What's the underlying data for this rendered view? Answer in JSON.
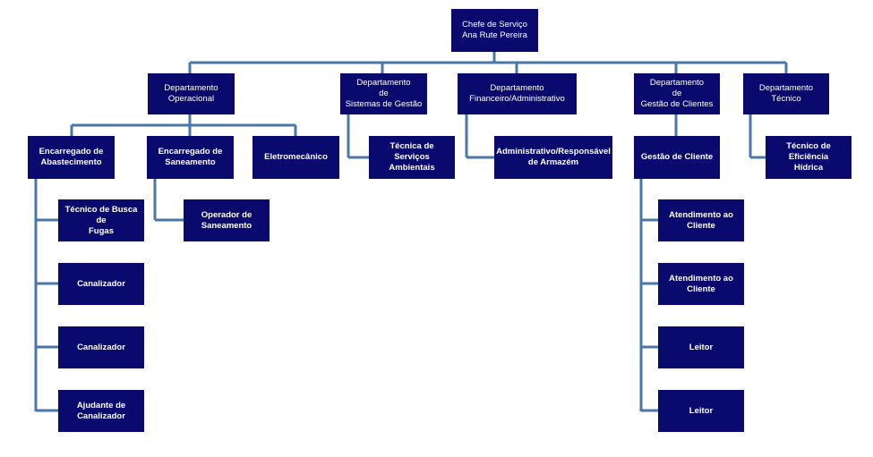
{
  "chief": {
    "title": "Chefe de Serviço",
    "name": "Ana Rute Pereira"
  },
  "departments": {
    "operacional": "Departamento\nOperacional",
    "sistemas": "Departamento\nde\nSistemas de Gestão",
    "financeiro": "Departamento\nFinanceiro/Administrativo",
    "clientes": "Departamento\nde\nGestão de Clientes",
    "tecnico": "Departamento\nTécnico"
  },
  "operacional": {
    "encarregado_abastecimento": "Encarregado de\nAbastecimento",
    "encarregado_saneamento": "Encarregado de\nSaneamento",
    "eletromecanico": "Eletromecânico",
    "abastecimento_staff": [
      "Técnico de Busca de\nFugas",
      "Canalizador",
      "Canalizador",
      "Ajudante de\nCanalizador"
    ],
    "saneamento_staff": [
      "Operador de\nSaneamento"
    ]
  },
  "sistemas_staff": "Técnica de Serviços\nAmbientais",
  "financeiro_staff": "Administrativo/Responsável\nde Armazém",
  "clientes": {
    "gestao": "Gestão de Cliente",
    "staff": [
      "Atendimento ao\nCliente",
      "Atendimento ao\nCliente",
      "Leitor",
      "Leitor"
    ]
  },
  "tecnico_staff": "Técnico de Eficiência\nHídrica"
}
